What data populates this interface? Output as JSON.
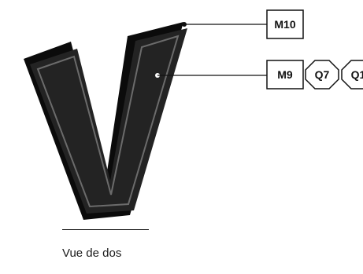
{
  "caption": "Vue de dos",
  "tags": {
    "m10": "M10",
    "m9": "M9",
    "q7": "Q7",
    "q1": "Q1"
  },
  "colors": {
    "letter_face": "#232323",
    "letter_side": "#0b0b0b",
    "letter_outline": "#6b6b6b",
    "line": "#111111"
  }
}
